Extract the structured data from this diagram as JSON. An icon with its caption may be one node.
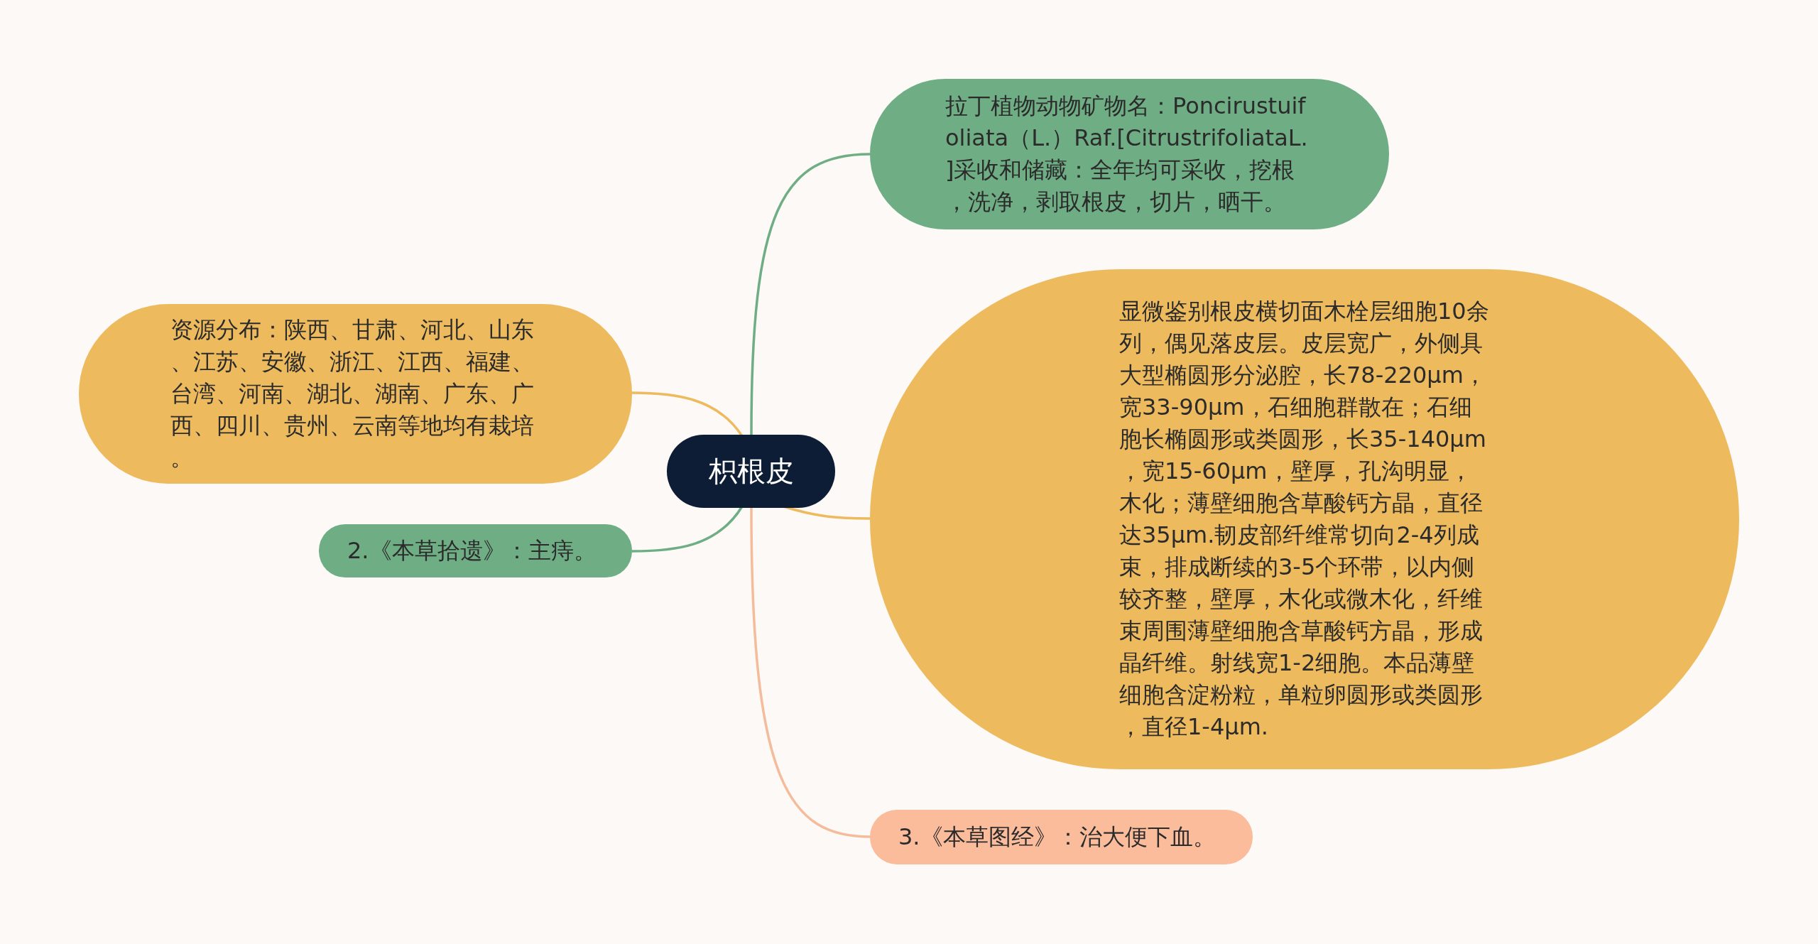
{
  "diagram": {
    "nodes": [
      {
        "text": [
          "枳根皮"
        ]
      },
      {
        "text": [
          "拉丁植物动物矿物名：Poncirustuifoliata（L.）Raf.[CitrustrifoliataL.]采收和储藏：全年均可采收，挖根，洗净，剥取根皮，切片，晒干。"
        ]
      },
      {
        "text": [
          "显微鉴别根皮横切面木栓层细胞10余列，偶见落皮层。皮层宽广，外侧具大型椭圆形分泌腔，长78-220μm，宽33-90μm，石细胞群散在；石细胞长椭圆形或类圆形，长35-140μm，宽15-60μm，壁厚，孔沟明显，木化；薄壁细胞含草酸钙方晶，直径达35μm.韧皮部纤维常切向2-4列成束，排成断续的3-5个环带，以内侧较齐整，壁厚，木化或微木化，纤维束周围薄壁细胞含草酸钙方晶，形成晶纤维。射线宽1-2细胞。本品薄壁细胞含淀粉粒，单粒卵圆形或类圆形，直径1-4μm."
        ]
      },
      {
        "text": [
          "资源分布：陕西、甘肃、河北、山东、江苏、安徽、浙江、江西、福建、台湾、河南、湖北、湖南、广东、广西、四川、贵州、云南等地均有栽培。"
        ]
      },
      {
        "text": [
          "2.《本草拾遗》：主痔。"
        ]
      },
      {
        "text": [
          "3.《本草图经》：治大便下血。"
        ]
      }
    ],
    "edges": [
      {
        "from": 0,
        "to": 1,
        "arrow": "none",
        "color": "#6fae84"
      },
      {
        "from": 0,
        "to": 2,
        "arrow": "none",
        "color": "#eeba5e"
      },
      {
        "from": 0,
        "to": 3,
        "arrow": "none",
        "color": "#eeba5e"
      },
      {
        "from": 0,
        "to": 4,
        "arrow": "none",
        "color": "#6fae84"
      },
      {
        "from": 0,
        "to": 5,
        "arrow": "none",
        "color": "#f5bc9c"
      }
    ]
  }
}
